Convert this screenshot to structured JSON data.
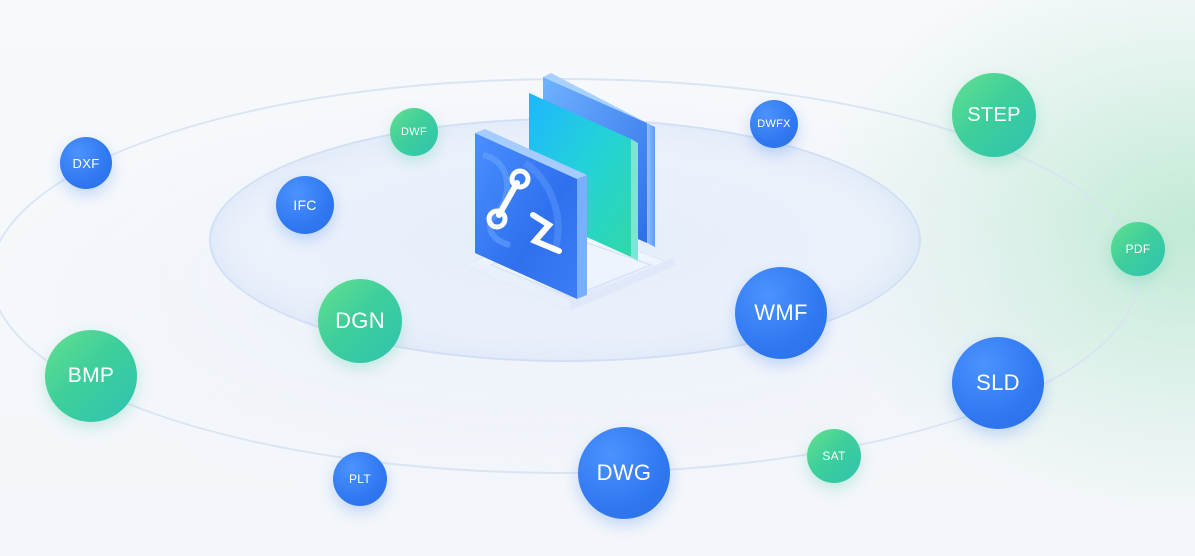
{
  "diagram": {
    "center": {
      "icon": "file-conversion-icon"
    },
    "formats": [
      {
        "id": "dxf",
        "label": "DXF",
        "color": "blue"
      },
      {
        "id": "dwf",
        "label": "DWF",
        "color": "green"
      },
      {
        "id": "dwfx",
        "label": "DWFX",
        "color": "blue"
      },
      {
        "id": "step",
        "label": "STEP",
        "color": "green"
      },
      {
        "id": "ifc",
        "label": "IFC",
        "color": "blue"
      },
      {
        "id": "pdf",
        "label": "PDF",
        "color": "green"
      },
      {
        "id": "dgn",
        "label": "DGN",
        "color": "green"
      },
      {
        "id": "wmf",
        "label": "WMF",
        "color": "blue"
      },
      {
        "id": "bmp",
        "label": "BMP",
        "color": "green"
      },
      {
        "id": "sld",
        "label": "SLD",
        "color": "blue"
      },
      {
        "id": "plt",
        "label": "PLT",
        "color": "blue"
      },
      {
        "id": "dwg",
        "label": "DWG",
        "color": "blue"
      },
      {
        "id": "sat",
        "label": "SAT",
        "color": "green"
      }
    ],
    "colors": {
      "blue": "#2f78f0",
      "green_start": "#64e08f",
      "green_end": "#2ec3b0"
    }
  }
}
